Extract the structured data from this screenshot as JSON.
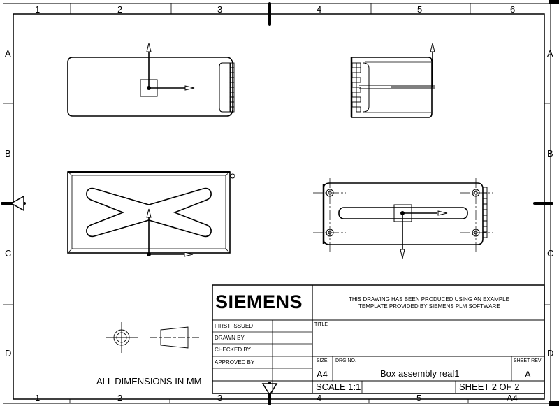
{
  "sheet": {
    "border_color": "#000000",
    "background": "#ffffff",
    "zones": {
      "columns_top": [
        "1",
        "2",
        "3",
        "4",
        "5",
        "6"
      ],
      "columns_bottom": [
        "1",
        "2",
        "3",
        "4",
        "5",
        "A4"
      ],
      "rows_left": [
        "A",
        "B",
        "C",
        "D"
      ],
      "rows_right": [
        "A",
        "B",
        "C",
        "D"
      ]
    }
  },
  "views": [
    {
      "name": "top-view",
      "description": "rounded box with hinge strip on right, datum with axis arrows"
    },
    {
      "name": "side-view",
      "description": "box side with hinge strip on left"
    },
    {
      "name": "bottom-view",
      "description": "rectangle with X-shaped cutout, datum axes"
    },
    {
      "name": "back-view",
      "description": "rounded plate with four holes, slot, datum axes"
    }
  ],
  "notes": {
    "units": "ALL DIMENSIONS IN MM",
    "projection_symbol": "first-angle projection symbol"
  },
  "title_block": {
    "company": "SIEMENS",
    "disclaimer_line1": "THIS DRAWING HAS BEEN PRODUCED USING AN EXAMPLE",
    "disclaimer_line2": "TEMPLATE PROVIDED BY SIEMENS PLM SOFTWARE",
    "rows": [
      {
        "label": "FIRST ISSUED",
        "value": ""
      },
      {
        "label": "DRAWN BY",
        "value": ""
      },
      {
        "label": "CHECKED BY",
        "value": ""
      },
      {
        "label": "APPROVED BY",
        "value": ""
      }
    ],
    "title_label": "TITLE",
    "title_value": "",
    "size_label": "SIZE",
    "size_value": "A4",
    "drg_no_label": "DRG NO.",
    "drg_no_value": "Box assembly real1",
    "sheet_rev_label": "SHEET REV",
    "sheet_rev_value": "A",
    "scale": "SCALE 1:1",
    "sheet": "SHEET 2 OF 2"
  }
}
